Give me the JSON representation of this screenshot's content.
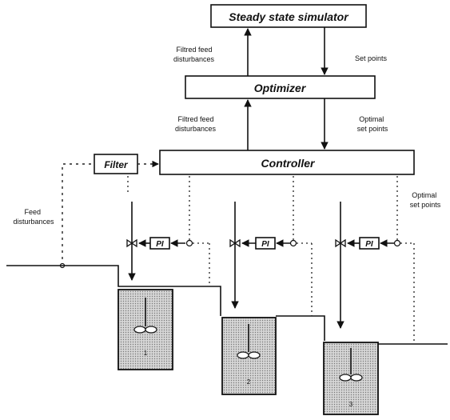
{
  "blocks": {
    "simulator": "Steady state simulator",
    "optimizer": "Optimizer",
    "controller": "Controller",
    "filter": "Filter"
  },
  "labels": {
    "filtred_feed_1": [
      "Filtred feed",
      "disturbances"
    ],
    "set_points": "Set points",
    "filtred_feed_2": [
      "Filtred feed",
      "disturbances"
    ],
    "optimal_set_points_1": [
      "Optimal",
      "set points"
    ],
    "optimal_set_points_2": [
      "Optimal",
      "set points"
    ],
    "feed_disturbances": [
      "Feed",
      "disturbances"
    ]
  },
  "controllers": [
    "PI",
    "PI",
    "PI"
  ],
  "tanks": [
    "1",
    "2",
    "3"
  ]
}
